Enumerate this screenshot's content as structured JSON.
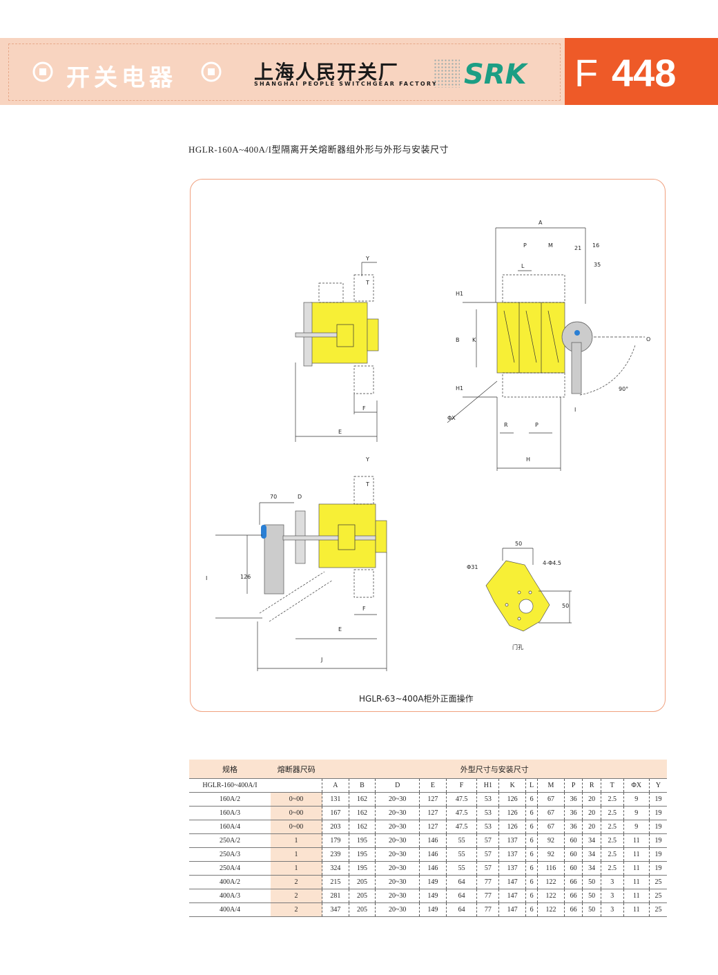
{
  "header": {
    "title": "开关电器",
    "company_cn": "上海人民开关厂",
    "company_en": "SHANGHAI PEOPLE SWITCHGEAR FACTORY",
    "brand": "SRK",
    "page_prefix": "F",
    "page_number": "448",
    "colors": {
      "band": "#f8d4c0",
      "accent": "#ee5a28",
      "brand": "#1c9e84"
    }
  },
  "section_title": "HGLR-160A~400A/I型隔离开关熔断器组外形与外形与安装尺寸",
  "drawing": {
    "caption": "HGLR-63~400A柜外正面操作",
    "door_hole_label": "门孔",
    "labels": {
      "A": "A",
      "P": "P",
      "M": "M",
      "L": "L",
      "d21": "21",
      "d16": "16",
      "d35": "35",
      "H1": "H1",
      "B": "B",
      "K": "K",
      "H": "H",
      "R": "R",
      "I": "I",
      "O": "O",
      "phiX": "ΦX",
      "angle": "90°",
      "Y": "Y",
      "T": "T",
      "F": "F",
      "E": "E",
      "D": "D",
      "d70": "70",
      "d126": "126",
      "J": "J",
      "d50": "50",
      "phi31": "Φ31",
      "phi45": "4-Φ4.5"
    }
  },
  "table": {
    "header_model": "规格",
    "header_fuse": "熔断器尺码",
    "header_dims": "外型尺寸与安装尺寸",
    "subheader_model": "HGLR-160~400A/I",
    "columns": [
      "A",
      "B",
      "D",
      "E",
      "F",
      "H1",
      "K",
      "L",
      "M",
      "P",
      "R",
      "T",
      "ΦX",
      "Y"
    ],
    "rows": [
      {
        "model": "160A/2",
        "fuse": "0~00",
        "values": [
          "131",
          "162",
          "20~30",
          "127",
          "47.5",
          "53",
          "126",
          "6",
          "67",
          "36",
          "20",
          "2.5",
          "9",
          "19"
        ]
      },
      {
        "model": "160A/3",
        "fuse": "0~00",
        "values": [
          "167",
          "162",
          "20~30",
          "127",
          "47.5",
          "53",
          "126",
          "6",
          "67",
          "36",
          "20",
          "2.5",
          "9",
          "19"
        ]
      },
      {
        "model": "160A/4",
        "fuse": "0~00",
        "values": [
          "203",
          "162",
          "20~30",
          "127",
          "47.5",
          "53",
          "126",
          "6",
          "67",
          "36",
          "20",
          "2.5",
          "9",
          "19"
        ]
      },
      {
        "model": "250A/2",
        "fuse": "1",
        "values": [
          "179",
          "195",
          "20~30",
          "146",
          "55",
          "57",
          "137",
          "6",
          "92",
          "60",
          "34",
          "2.5",
          "11",
          "19"
        ]
      },
      {
        "model": "250A/3",
        "fuse": "1",
        "values": [
          "239",
          "195",
          "20~30",
          "146",
          "55",
          "57",
          "137",
          "6",
          "92",
          "60",
          "34",
          "2.5",
          "11",
          "19"
        ]
      },
      {
        "model": "250A/4",
        "fuse": "1",
        "values": [
          "324",
          "195",
          "20~30",
          "146",
          "55",
          "57",
          "137",
          "6",
          "116",
          "60",
          "34",
          "2.5",
          "11",
          "19"
        ]
      },
      {
        "model": "400A/2",
        "fuse": "2",
        "values": [
          "215",
          "205",
          "20~30",
          "149",
          "64",
          "77",
          "147",
          "6",
          "122",
          "66",
          "50",
          "3",
          "11",
          "25"
        ]
      },
      {
        "model": "400A/3",
        "fuse": "2",
        "values": [
          "281",
          "205",
          "20~30",
          "149",
          "64",
          "77",
          "147",
          "6",
          "122",
          "66",
          "50",
          "3",
          "11",
          "25"
        ]
      },
      {
        "model": "400A/4",
        "fuse": "2",
        "values": [
          "347",
          "205",
          "20~30",
          "149",
          "64",
          "77",
          "147",
          "6",
          "122",
          "66",
          "50",
          "3",
          "11",
          "25"
        ]
      }
    ]
  }
}
